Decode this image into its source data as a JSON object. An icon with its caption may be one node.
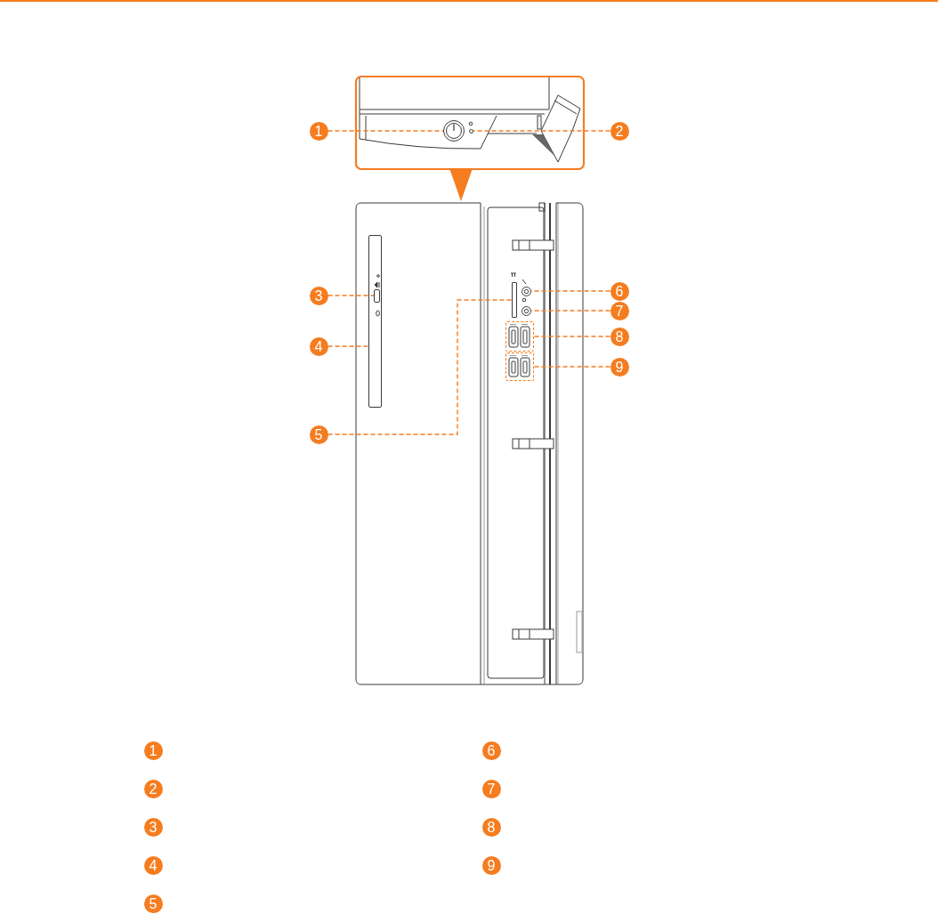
{
  "diagram": {
    "nodes": [
      {
        "text": [
          "1"
        ]
      },
      {
        "text": [],
        "shape": "circle"
      },
      {
        "text": [
          "2"
        ]
      },
      {
        "text": [],
        "shape": "circle"
      },
      {
        "text": [
          "3"
        ]
      },
      {
        "text": [],
        "shape": "box"
      },
      {
        "text": [],
        "shape": "box",
        "in": 5
      },
      {
        "text": [
          "4"
        ]
      },
      {
        "text": [
          "5"
        ]
      },
      {
        "text": [],
        "shape": "bar"
      },
      {
        "text": [
          "6"
        ]
      },
      {
        "text": [],
        "shape": "circle"
      },
      {
        "text": [
          "7"
        ]
      },
      {
        "text": [],
        "shape": "circle"
      },
      {
        "text": [
          "8"
        ]
      },
      {
        "text": [],
        "shape": "box"
      },
      {
        "text": [
          "9"
        ]
      },
      {
        "text": [],
        "shape": "box"
      },
      {
        "text": [
          "1"
        ]
      },
      {
        "text": [
          "6"
        ]
      },
      {
        "text": [
          "2"
        ]
      },
      {
        "text": [
          "7"
        ]
      },
      {
        "text": [
          "3"
        ]
      },
      {
        "text": [
          "8"
        ]
      },
      {
        "text": [
          "4"
        ]
      },
      {
        "text": [
          "9"
        ]
      },
      {
        "text": [
          "5"
        ]
      }
    ],
    "edges": [
      {
        "from": 0,
        "to": 1,
        "arrow": "none",
        "style": "dashed"
      },
      {
        "from": 2,
        "to": 3,
        "arrow": "none",
        "style": "dashed"
      },
      {
        "from": 4,
        "to": 6,
        "arrow": "none",
        "style": "dashed"
      },
      {
        "from": 7,
        "to": 5,
        "arrow": "none",
        "style": "dashed"
      },
      {
        "from": 8,
        "to": 9,
        "arrow": "none",
        "style": "dashed"
      },
      {
        "from": 10,
        "to": 11,
        "arrow": "none",
        "style": "dashed"
      },
      {
        "from": 12,
        "to": 13,
        "arrow": "none",
        "style": "dashed"
      },
      {
        "from": 14,
        "to": 15,
        "arrow": "none",
        "style": "dashed"
      },
      {
        "from": 16,
        "to": 17,
        "arrow": "none",
        "style": "dashed"
      }
    ]
  }
}
